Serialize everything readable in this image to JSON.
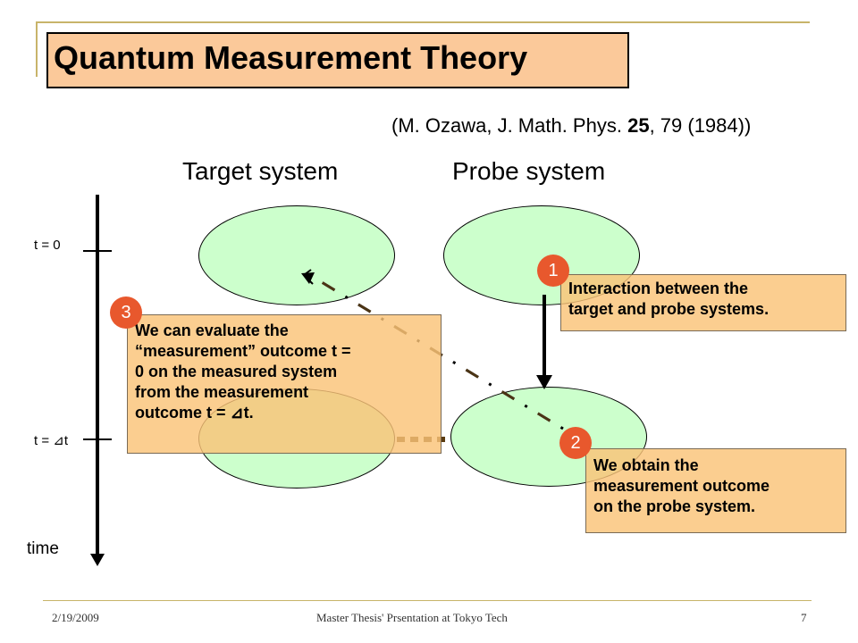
{
  "slide": {
    "title": "Quantum Measurement Theory",
    "citation_prefix": "(M. Ozawa, J. Math. Phys. ",
    "citation_volume": "25",
    "citation_suffix": ", 79 (1984))",
    "target_heading": "Target system",
    "probe_heading": "Probe system",
    "t0_label": "t = 0",
    "tdt_label": "t = ⊿t",
    "time_label": "time",
    "step1": {
      "badge": "1",
      "lines": [
        "Interaction between the",
        "target and probe systems."
      ]
    },
    "step2": {
      "badge": "2",
      "lines": [
        "We obtain the",
        "measurement outcome",
        "on the probe system."
      ]
    },
    "step3": {
      "badge": "3",
      "lines": [
        "We can evaluate the",
        "“measurement” outcome t =",
        "0 on the measured system",
        "from the measurement",
        "outcome t = ⊿t."
      ]
    }
  },
  "footer": {
    "date": "2/19/2009",
    "presentation": "Master Thesis' Prsentation at Tokyo Tech",
    "page_number": "7"
  },
  "colors": {
    "title_fill": "#fbc99a",
    "ellipse_fill": "#ccffcc",
    "note_fill": "#fac378",
    "badge_fill": "#e8582d",
    "dashed_arrow": "#6b4a1e"
  }
}
